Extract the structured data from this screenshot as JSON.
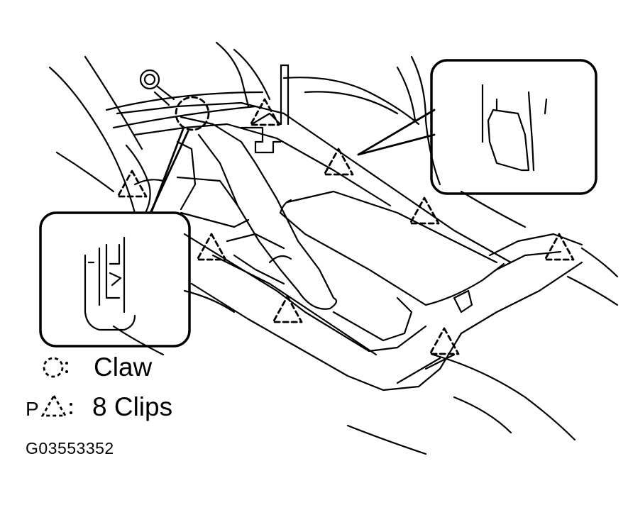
{
  "legend": {
    "claw_label": "Claw",
    "clips_label": "8 Clips",
    "clips_prefix": "P",
    "claw_symbol": "dashed-circle",
    "clip_symbol": "dashed-triangle"
  },
  "figure_id": "G03553352",
  "callouts": {
    "claw_count": 1,
    "clip_count": 8
  }
}
